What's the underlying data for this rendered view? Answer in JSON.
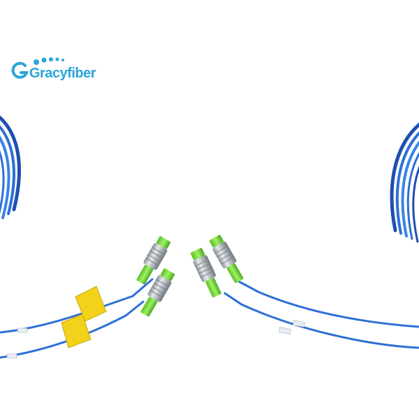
{
  "brand": {
    "name": "Gracyfiber",
    "color": "#2aa4d8"
  },
  "colors": {
    "cable_blue": "#2f6fd6",
    "cable_blue_dark": "#1f4fb0",
    "boot_green": "#7fd84a",
    "tape_yellow": "#f2d21a",
    "metal": "#b9bec4"
  },
  "subject": {
    "cable_count": 4,
    "connector_count": 4
  }
}
